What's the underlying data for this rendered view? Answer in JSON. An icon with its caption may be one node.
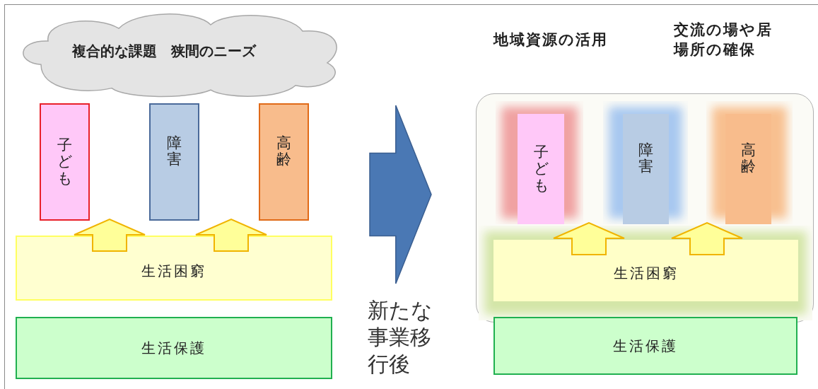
{
  "diagram": {
    "nodes": [
      {
        "text": [
          "複合的な課題　狭間のニーズ"
        ]
      },
      {
        "text": [
          "子ども"
        ]
      },
      {
        "text": [
          "障害"
        ]
      },
      {
        "text": [
          "高齢"
        ]
      },
      {
        "text": [
          "生活困窮"
        ]
      },
      {
        "text": [
          "生活保護"
        ]
      },
      {
        "text": [],
        "shape": "arrow",
        "beside": [
          "新たな事業移行後"
        ]
      },
      {
        "text": [],
        "shape": "box"
      },
      {
        "text": [
          "子ども"
        ],
        "in": 7
      },
      {
        "text": [
          "障害"
        ],
        "in": 7
      },
      {
        "text": [
          "高齢"
        ],
        "in": 7
      },
      {
        "text": [
          "生活困窮"
        ],
        "in": 7
      },
      {
        "text": [
          "生活保護"
        ]
      }
    ],
    "edges": [
      {
        "from": 4,
        "to": null,
        "arrow": "to"
      },
      {
        "from": 4,
        "to": null,
        "arrow": "to"
      },
      {
        "from": 11,
        "to": null,
        "arrow": "to"
      },
      {
        "from": 11,
        "to": null,
        "arrow": "to"
      }
    ],
    "labels": [
      "地域資源の活用",
      "交流の場や居場所の確保"
    ]
  }
}
